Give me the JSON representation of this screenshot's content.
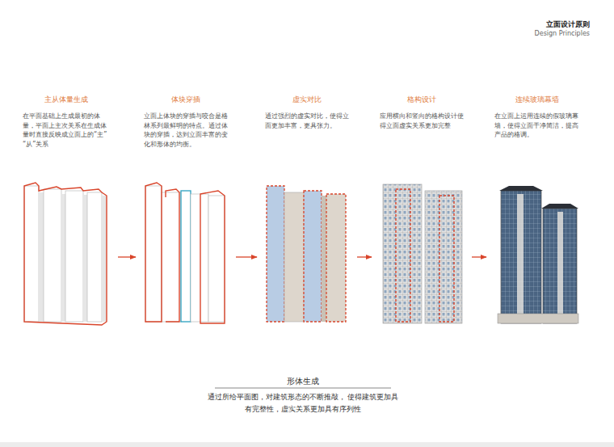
{
  "diagram": {
    "title": "立面设计原则",
    "caption": "通过所给平面图，对建筑形态的不断推敲， 使得建筑更加具有完整性，虚实关系更加具有序列性",
    "nodes": [
      {
        "text": [
          "主从体量生成",
          "在平面基础上生成最初的体量，平面上主次关系在生成体量时直接反映成立面上的“主”“从”关系"
        ]
      },
      {
        "text": [
          "体块穿插",
          "立面上体块的穿插与咬合是格林系列最鲜明的特点。通过体块的穿插，达到立面丰富的变化和形体的均衡。"
        ]
      },
      {
        "text": [
          "虚实对比",
          "通过强烈的虚实对比，使得立面更加丰富，更具张力。"
        ]
      },
      {
        "text": [
          "格构设计",
          "应用横向和竖向的格构设计使得立面虚实关系更加完整"
        ]
      },
      {
        "text": [
          "连续玻璃幕墙",
          "在立面上运用连续的假玻璃幕墙，使得立面干净简洁，提高产品的格调。"
        ]
      }
    ],
    "edges": [
      {
        "from": 0,
        "to": 1,
        "arrow": "to"
      },
      {
        "from": 1,
        "to": 2,
        "arrow": "to"
      },
      {
        "from": 2,
        "to": 3,
        "arrow": "to"
      },
      {
        "from": 3,
        "to": 4,
        "arrow": "to"
      }
    ],
    "labels": [
      "Design Principles",
      "形体生成"
    ]
  }
}
